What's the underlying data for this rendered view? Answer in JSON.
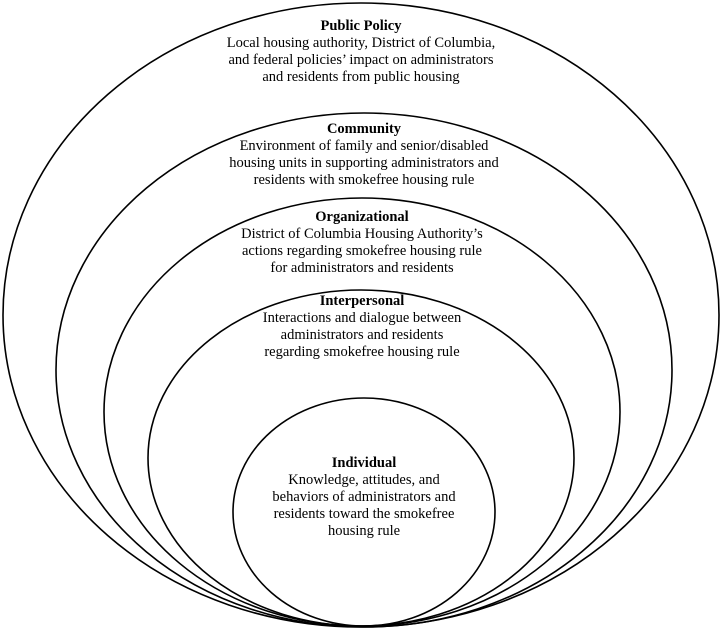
{
  "diagram": {
    "levels": [
      {
        "title": "Public Policy",
        "description": "Local housing authority, District of Columbia,\nand federal policies’ impact on administrators\nand residents from public housing"
      },
      {
        "title": "Community",
        "description": "Environment of family and senior/disabled\nhousing units in supporting administrators and\nresidents with smokefree housing rule"
      },
      {
        "title": "Organizational",
        "description": "District of Columbia Housing Authority’s\nactions regarding smokefree housing rule\nfor administrators and residents"
      },
      {
        "title": "Interpersonal",
        "description": "Interactions and dialogue between\nadministrators and residents\nregarding smokefree housing rule"
      },
      {
        "title": "Individual",
        "description": "Knowledge, attitudes, and\nbehaviors of administrators and\nresidents toward the smokefree\nhousing rule"
      }
    ]
  }
}
